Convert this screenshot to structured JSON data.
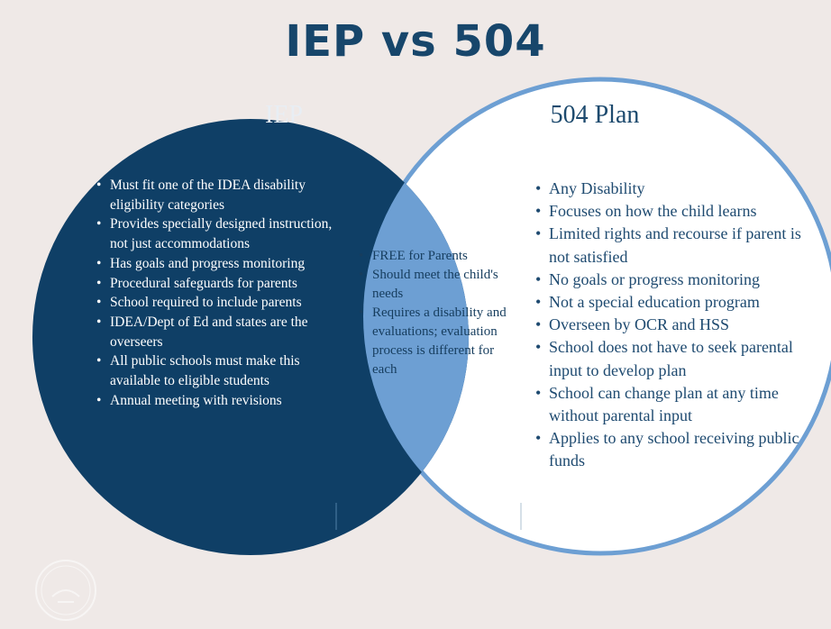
{
  "title": "IEP vs 504",
  "iep": {
    "heading": "IEP",
    "items": [
      "Must fit one of the IDEA disability eligibility categories",
      "Provides specially designed instruction, not just accommodations",
      "Has goals and progress monitoring",
      "Procedural safeguards for parents",
      "School required to include parents",
      "IDEA/Dept of Ed and states are the overseers",
      "All public schools must make this available to eligible students",
      "Annual meeting with revisions"
    ]
  },
  "both": {
    "items": [
      "FREE for Parents",
      "Should meet the child's needs",
      "Requires a disability and evaluations; evaluation process is different for each"
    ]
  },
  "plan504": {
    "heading": "504 Plan",
    "items": [
      "Any Disability",
      "Focuses on how the child learns",
      "Limited rights and recourse if parent is not satisfied",
      "No goals or progress monitoring",
      "Not a special education program",
      "Overseen by OCR and HSS",
      "School does not have to seek parental input to develop plan",
      "School can change plan at any time without parental input",
      "Applies to any school receiving public funds"
    ]
  },
  "colors": {
    "background": "#efe9e7",
    "title": "#17466b",
    "iep_circle": "#0f3f66",
    "overlap": "#6d9fd3",
    "plan504_circle": "#ffffff",
    "plan504_border": "#6d9fd3"
  }
}
